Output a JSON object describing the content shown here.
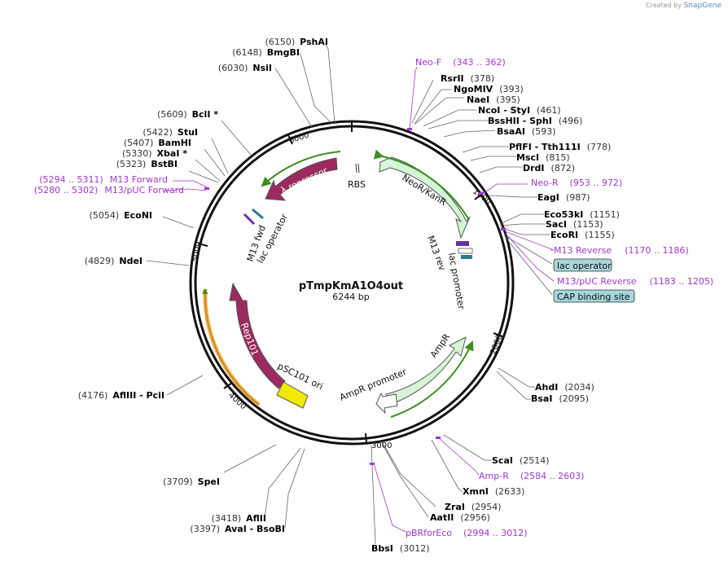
{
  "credit": {
    "prefix": "Created by",
    "brand": "SnapGene"
  },
  "plasmid": {
    "name": "pTmpKmA1O4out",
    "length_label": "6244 bp",
    "length_bp": 6244
  },
  "colors": {
    "enzyme": "#000000",
    "primer": "#a236cf",
    "feature_green": "#d6f5d6",
    "feature_maroon": "#9c2a5e",
    "origin": "#f2ea00",
    "boxed_feature": "#a6d6d9",
    "orf_highlight": "#f2b24a",
    "orf_green": "#3c8f1f"
  },
  "ticks": [
    "1000",
    "2000",
    "3000",
    "4000",
    "5000",
    "6000"
  ],
  "enzymes": [
    {
      "pos": "(6150)",
      "name": "PshAI"
    },
    {
      "pos": "(6148)",
      "name": "BmgBI"
    },
    {
      "pos": "(6030)",
      "name": "NsiI"
    },
    {
      "pos": "(5609)",
      "name": "BclI *"
    },
    {
      "pos": "(5422)",
      "name": "StuI"
    },
    {
      "pos": "(5407)",
      "name": "BamHI"
    },
    {
      "pos": "(5330)",
      "name": "XbaI *"
    },
    {
      "pos": "(5323)",
      "name": "BstBI"
    },
    {
      "pos": "(5054)",
      "name": "EcoNI"
    },
    {
      "pos": "(4829)",
      "name": "NdeI"
    },
    {
      "pos": "(4176)",
      "name": "AflIII   - PciI"
    },
    {
      "pos": "(3709)",
      "name": "SpeI"
    },
    {
      "pos": "(3418)",
      "name": "AflII"
    },
    {
      "pos": "(3397)",
      "name": "AvaI   - BsoBI"
    },
    {
      "pos": "(378)",
      "name": "RsrII"
    },
    {
      "pos": "(393)",
      "name": "NgoMIV"
    },
    {
      "pos": "(395)",
      "name": "NaeI"
    },
    {
      "pos": "(461)",
      "name": "NcoI   - StyI"
    },
    {
      "pos": "(496)",
      "name": "BssHII   - SphI"
    },
    {
      "pos": "(593)",
      "name": "BsaAI"
    },
    {
      "pos": "(778)",
      "name": "PflFI   - Tth111I"
    },
    {
      "pos": "(815)",
      "name": "MscI"
    },
    {
      "pos": "(872)",
      "name": "DrdI"
    },
    {
      "pos": "(987)",
      "name": "EagI"
    },
    {
      "pos": "(1151)",
      "name": "Eco53kI"
    },
    {
      "pos": "(1153)",
      "name": "SacI"
    },
    {
      "pos": "(1155)",
      "name": "EcoRI"
    },
    {
      "pos": "(2034)",
      "name": "AhdI"
    },
    {
      "pos": "(2095)",
      "name": "BsaI"
    },
    {
      "pos": "(2514)",
      "name": "ScaI"
    },
    {
      "pos": "(2633)",
      "name": "XmnI"
    },
    {
      "pos": "(2954)",
      "name": "ZraI"
    },
    {
      "pos": "(2956)",
      "name": "AatII"
    },
    {
      "pos": "(3012)",
      "name": "BbsI"
    }
  ],
  "primers": [
    {
      "name": "Neo-F",
      "range": "(343 .. 362)"
    },
    {
      "name": "Neo-R",
      "range": "(953 .. 972)"
    },
    {
      "name": "M13 Reverse",
      "range": "(1170 .. 1186)"
    },
    {
      "name": "M13/pUC Reverse",
      "range": "(1183 .. 1205)"
    },
    {
      "name": "Amp-R",
      "range": "(2584 .. 2603)"
    },
    {
      "name": "pBRforEco",
      "range": "(2994 .. 3012)"
    },
    {
      "name": "M13 Forward",
      "range": "(5294 .. 5311)"
    },
    {
      "name": "M13/pUC Forward",
      "range": "(5280 .. 5302)"
    }
  ],
  "boxed_features": [
    "lac operator",
    "CAP binding site"
  ],
  "features": {
    "neo": "NeoR/KanR",
    "repressor": "λ repressor",
    "rbs": "RBS",
    "ampr": "AmpR",
    "ampr_promoter": "AmpR promoter",
    "rep101": "Rep101",
    "psc101": "pSC101 ori",
    "m13fwd": "M13 fwd",
    "lac_op_inner": "lac operator",
    "m13rev": "M13 rev",
    "lac_promoter": "lac promoter"
  }
}
